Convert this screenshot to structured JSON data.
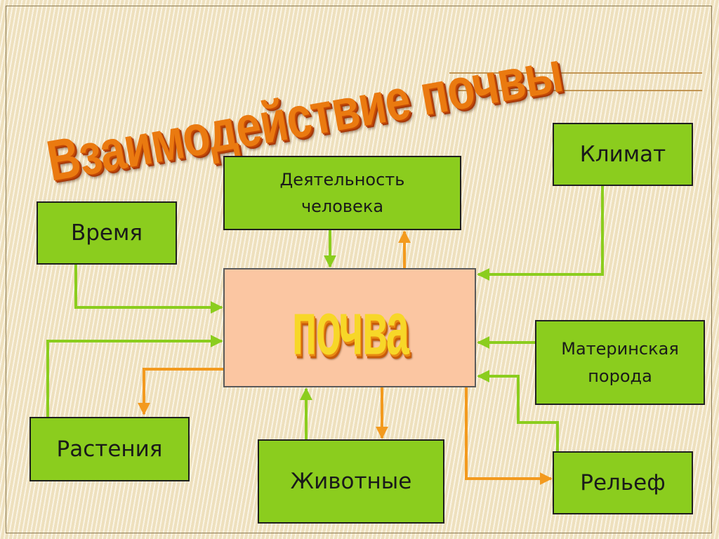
{
  "title": "Взаимодействие почвы",
  "center": {
    "label": "почва"
  },
  "boxes": {
    "klimat": "Климат",
    "deyatelnost": "Деятельность\nчеловека",
    "vremya": "Время",
    "materinskaya": "Материнская\nпорода",
    "rasteniya": "Растения",
    "zhivotnye": "Животные",
    "relef": "Рельеф"
  },
  "colors": {
    "box_fill": "#8bcd1e",
    "center_fill": "#fbc6a2",
    "arrow_green": "#8bcd1e",
    "arrow_orange": "#f39a1e",
    "title": "#ea7a10",
    "center_text": "#f7d728"
  }
}
